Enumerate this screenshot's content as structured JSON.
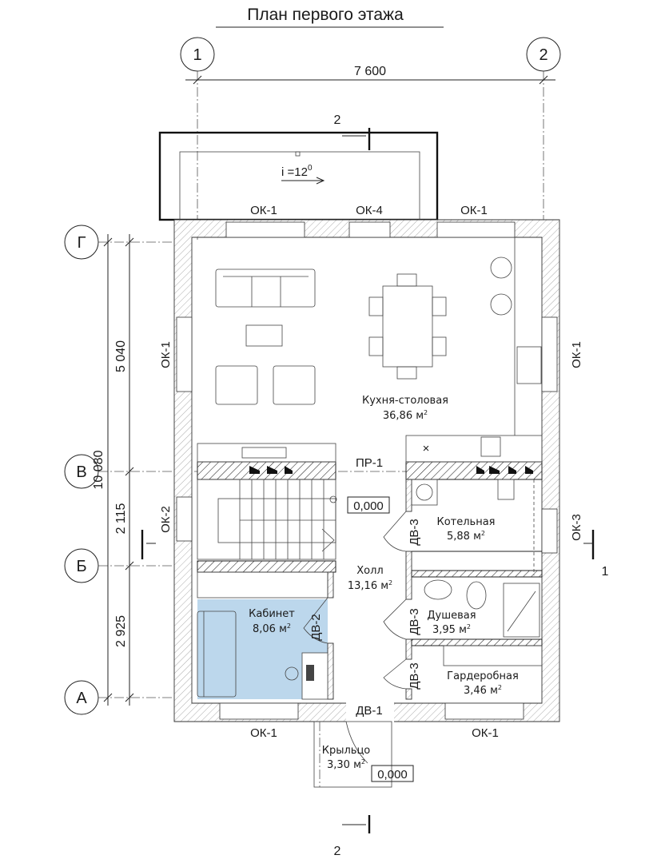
{
  "title": "План первого этажа",
  "axes": {
    "columns": [
      "1",
      "2"
    ],
    "rows": [
      "Г",
      "В",
      "Б",
      "А"
    ]
  },
  "dimensions": {
    "overall_width": "7 600",
    "overall_height": "10 080",
    "segments": [
      "5 040",
      "2 115",
      "2 925"
    ]
  },
  "sections": {
    "top": "2",
    "bottom": "2",
    "right": "1"
  },
  "canopy": {
    "slope": "i =12",
    "slope_unit": "0"
  },
  "openings": {
    "top_left": "ОК-1",
    "top_mid": "ОК-4",
    "top_right": "ОК-1",
    "left_upper": "ОК-1",
    "right_upper": "ОК-1",
    "left_lower": "ОК-2",
    "right_lower": "ОК-3",
    "bottom_left": "ОК-1",
    "bottom_right": "ОК-1",
    "lintel": "ПР-1",
    "door_entry": "ДВ-1",
    "door_office": "ДВ-2",
    "door_boiler": "ДВ-3",
    "door_shower": "ДВ-3",
    "door_wardrobe": "ДВ-3"
  },
  "levels": {
    "hall": "0,000",
    "porch": "0,000"
  },
  "rooms": [
    {
      "name": "Кухня-столовая",
      "area": "36,86 м",
      "sup": "2"
    },
    {
      "name": "Котельная",
      "area": "5,88 м",
      "sup": "2"
    },
    {
      "name": "Холл",
      "area": "13,16 м",
      "sup": "2"
    },
    {
      "name": "Кабинет",
      "area": "8,06 м",
      "sup": "2"
    },
    {
      "name": "Душевая",
      "area": "3,95 м",
      "sup": "2"
    },
    {
      "name": "Гардеробная",
      "area": "3,46 м",
      "sup": "2"
    },
    {
      "name": "Крыльцо",
      "area": "3,30 м",
      "sup": "2"
    }
  ],
  "colors": {
    "office_fill": "#bcd7ec",
    "line": "#222222"
  }
}
